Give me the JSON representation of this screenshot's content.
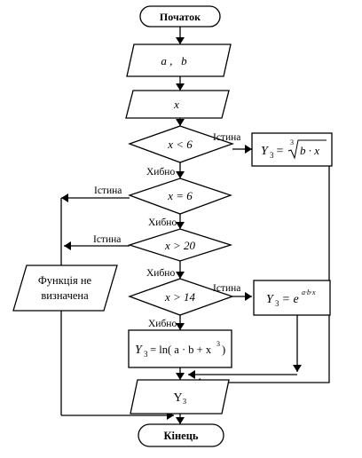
{
  "flowchart": {
    "start": "Початок",
    "input_ab": "a ,   b",
    "input_x": "x",
    "cond_lt6": "x < 6",
    "cond_eq6": "x = 6",
    "cond_gt20": "x > 20",
    "cond_gt14": "x > 14",
    "undefined_text_1": "Функція не",
    "undefined_text_2": "визначена",
    "output": "Y₃",
    "end": "Кінець",
    "true_label": "Істина",
    "false_label": "Хибно",
    "formula_cbrt": {
      "lhs": "Y",
      "sub": "3",
      "eq": " = ",
      "root_index": "3",
      "radicand": "b · x"
    },
    "formula_exp": {
      "lhs": "Y",
      "sub": "3",
      "eq": " = e",
      "exponent": "a·b·x"
    },
    "formula_ln": {
      "lhs": "Y",
      "sub": "3",
      "eq": " = ln( a · b + x",
      "power": "3",
      "close": ")"
    }
  }
}
